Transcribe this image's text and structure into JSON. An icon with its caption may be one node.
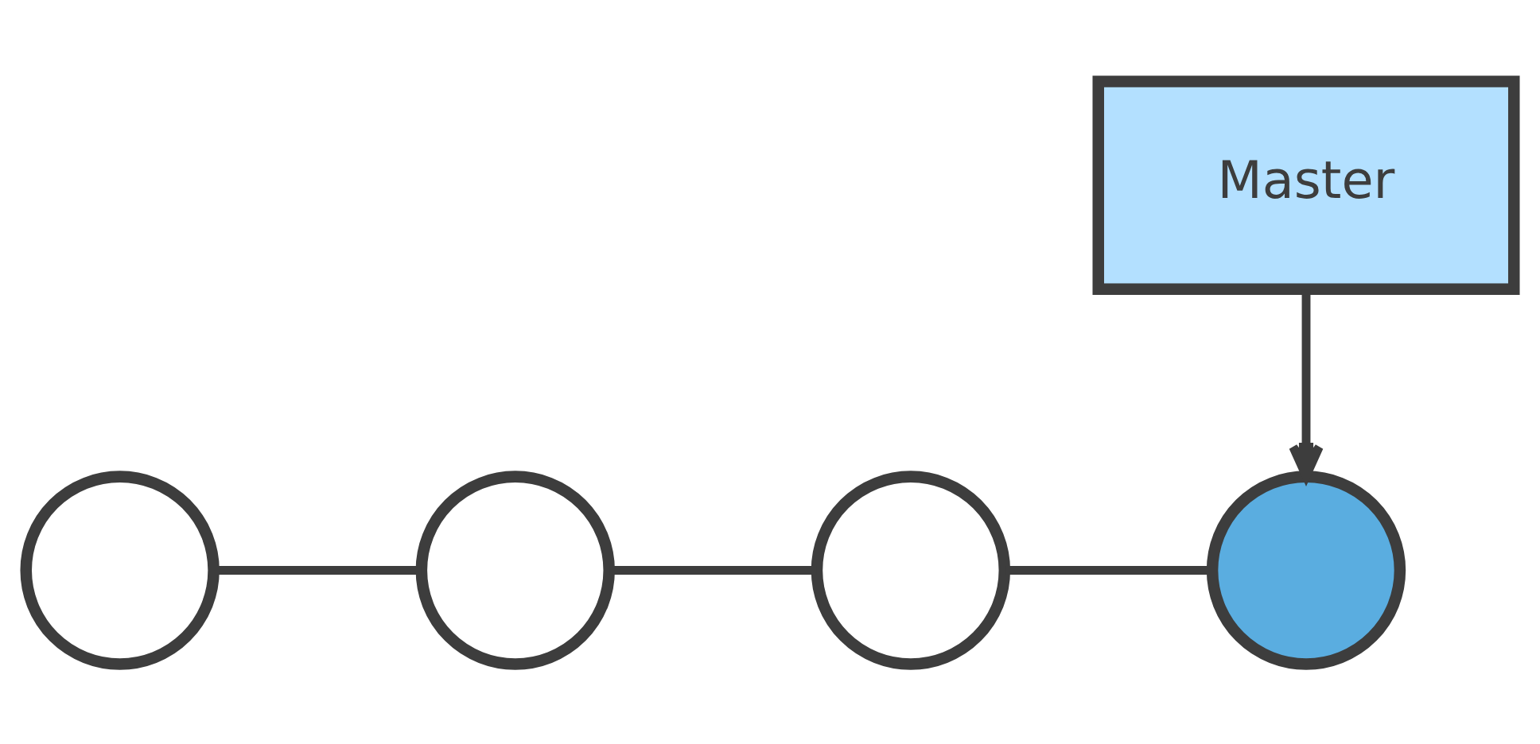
{
  "diagram": {
    "nodes": [
      {
        "text": [
          "Master"
        ]
      },
      {
        "text": [],
        "shape": "circle"
      },
      {
        "text": [],
        "shape": "circle"
      },
      {
        "text": [],
        "shape": "circle"
      },
      {
        "text": [],
        "shape": "circle"
      }
    ],
    "edges": [
      {
        "from": 0,
        "to": 4,
        "arrow": "to"
      },
      {
        "from": 1,
        "to": 2,
        "arrow": "none"
      },
      {
        "from": 2,
        "to": 3,
        "arrow": "none"
      },
      {
        "from": 3,
        "to": 4,
        "arrow": "none"
      }
    ]
  }
}
